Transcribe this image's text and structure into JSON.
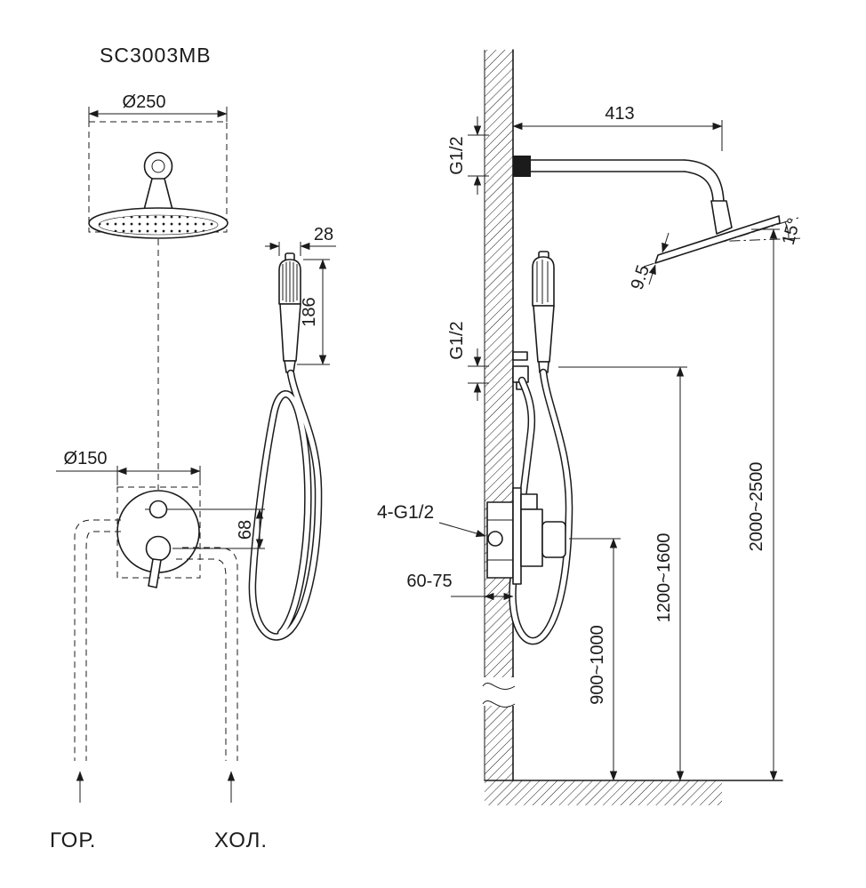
{
  "title": "SC3003MB",
  "colors": {
    "ink": "#1b1b1b",
    "background": "#ffffff"
  },
  "front_view": {
    "head_diameter": "Ø250",
    "handshower_width": "28",
    "handshower_length": "186",
    "trim_plate_diameter": "Ø150",
    "outlet_spacing": "68",
    "hot_water_label": "ГОР.",
    "cold_water_label": "ХОЛ."
  },
  "side_view": {
    "arm_length": "413",
    "arm_thread": "G1/2",
    "outlet_thread": "G1/2",
    "head_tilt_angle": "15°",
    "head_thickness": "9.5",
    "mixer_connections": "4-G1/2",
    "recess_depth": "60-75",
    "mixer_height_range": "900~1000",
    "holder_height_range": "1200~1600",
    "head_height_range": "2000~2500"
  }
}
